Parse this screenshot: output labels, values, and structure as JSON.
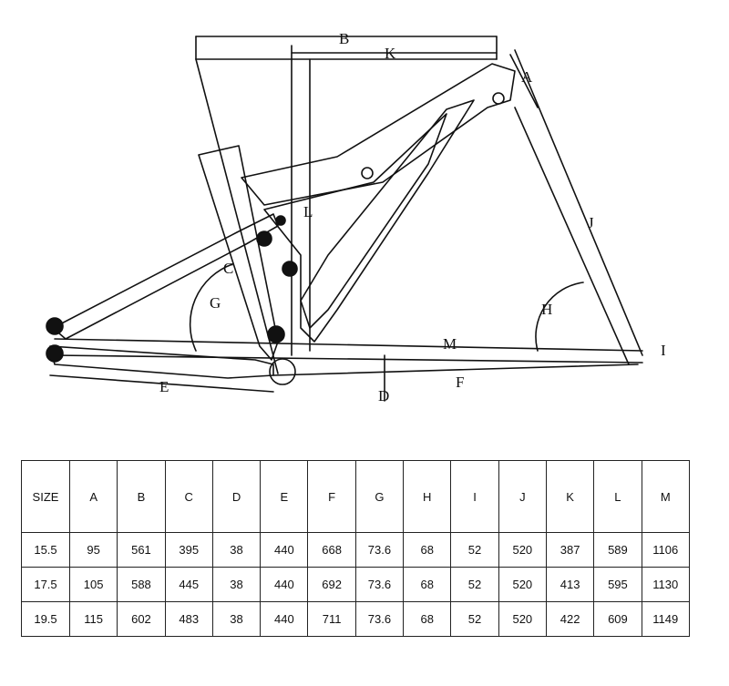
{
  "diagram": {
    "labels": {
      "A": "A",
      "B": "B",
      "C": "C",
      "D": "D",
      "E": "E",
      "F": "F",
      "G": "G",
      "H": "H",
      "I": "I",
      "J": "J",
      "K": "K",
      "L": "L",
      "M": "M"
    }
  },
  "table": {
    "headers": [
      "SIZE",
      "A",
      "B",
      "C",
      "D",
      "E",
      "F",
      "G",
      "H",
      "I",
      "J",
      "K",
      "L",
      "M"
    ],
    "rows": [
      [
        "15.5",
        "95",
        "561",
        "395",
        "38",
        "440",
        "668",
        "73.6",
        "68",
        "52",
        "520",
        "387",
        "589",
        "1106"
      ],
      [
        "17.5",
        "105",
        "588",
        "445",
        "38",
        "440",
        "692",
        "73.6",
        "68",
        "52",
        "520",
        "413",
        "595",
        "1130"
      ],
      [
        "19.5",
        "115",
        "602",
        "483",
        "38",
        "440",
        "711",
        "73.6",
        "68",
        "52",
        "520",
        "422",
        "609",
        "1149"
      ]
    ]
  }
}
